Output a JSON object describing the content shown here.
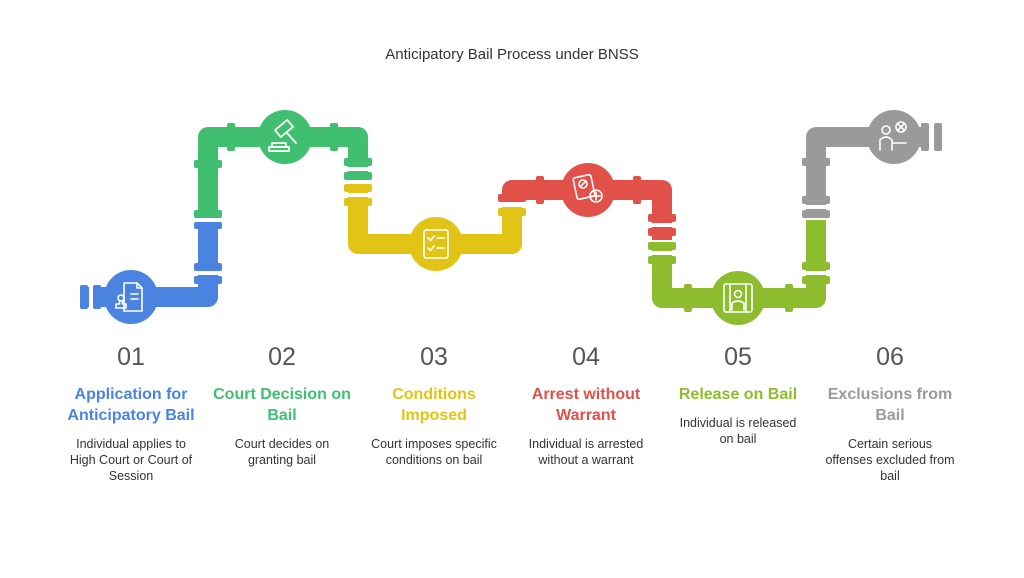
{
  "title": "Anticipatory Bail Process under BNSS",
  "steps": [
    {
      "number": "01",
      "label": "Application for Anticipatory Bail",
      "description": "Individual applies to High Court or Court of Session",
      "color": "#4a84e0",
      "icon": "document-stamp-icon"
    },
    {
      "number": "02",
      "label": "Court Decision on Bail",
      "description": "Court decides on granting bail",
      "color": "#3fbf6f",
      "icon": "gavel-icon"
    },
    {
      "number": "03",
      "label": "Conditions Imposed",
      "description": "Court imposes specific conditions on bail",
      "color": "#e1c415",
      "icon": "checklist-icon"
    },
    {
      "number": "04",
      "label": "Arrest without Warrant",
      "description": "Individual is arrested without a warrant",
      "color": "#e2504a",
      "icon": "no-warrant-icon"
    },
    {
      "number": "05",
      "label": "Release on Bail",
      "description": "Individual is released on bail",
      "color": "#8dbd2e",
      "icon": "jail-release-icon"
    },
    {
      "number": "06",
      "label": "Exclusions from Bail",
      "description": "Certain serious offenses excluded from bail",
      "color": "#9a9a9a",
      "icon": "excluded-person-icon"
    }
  ]
}
